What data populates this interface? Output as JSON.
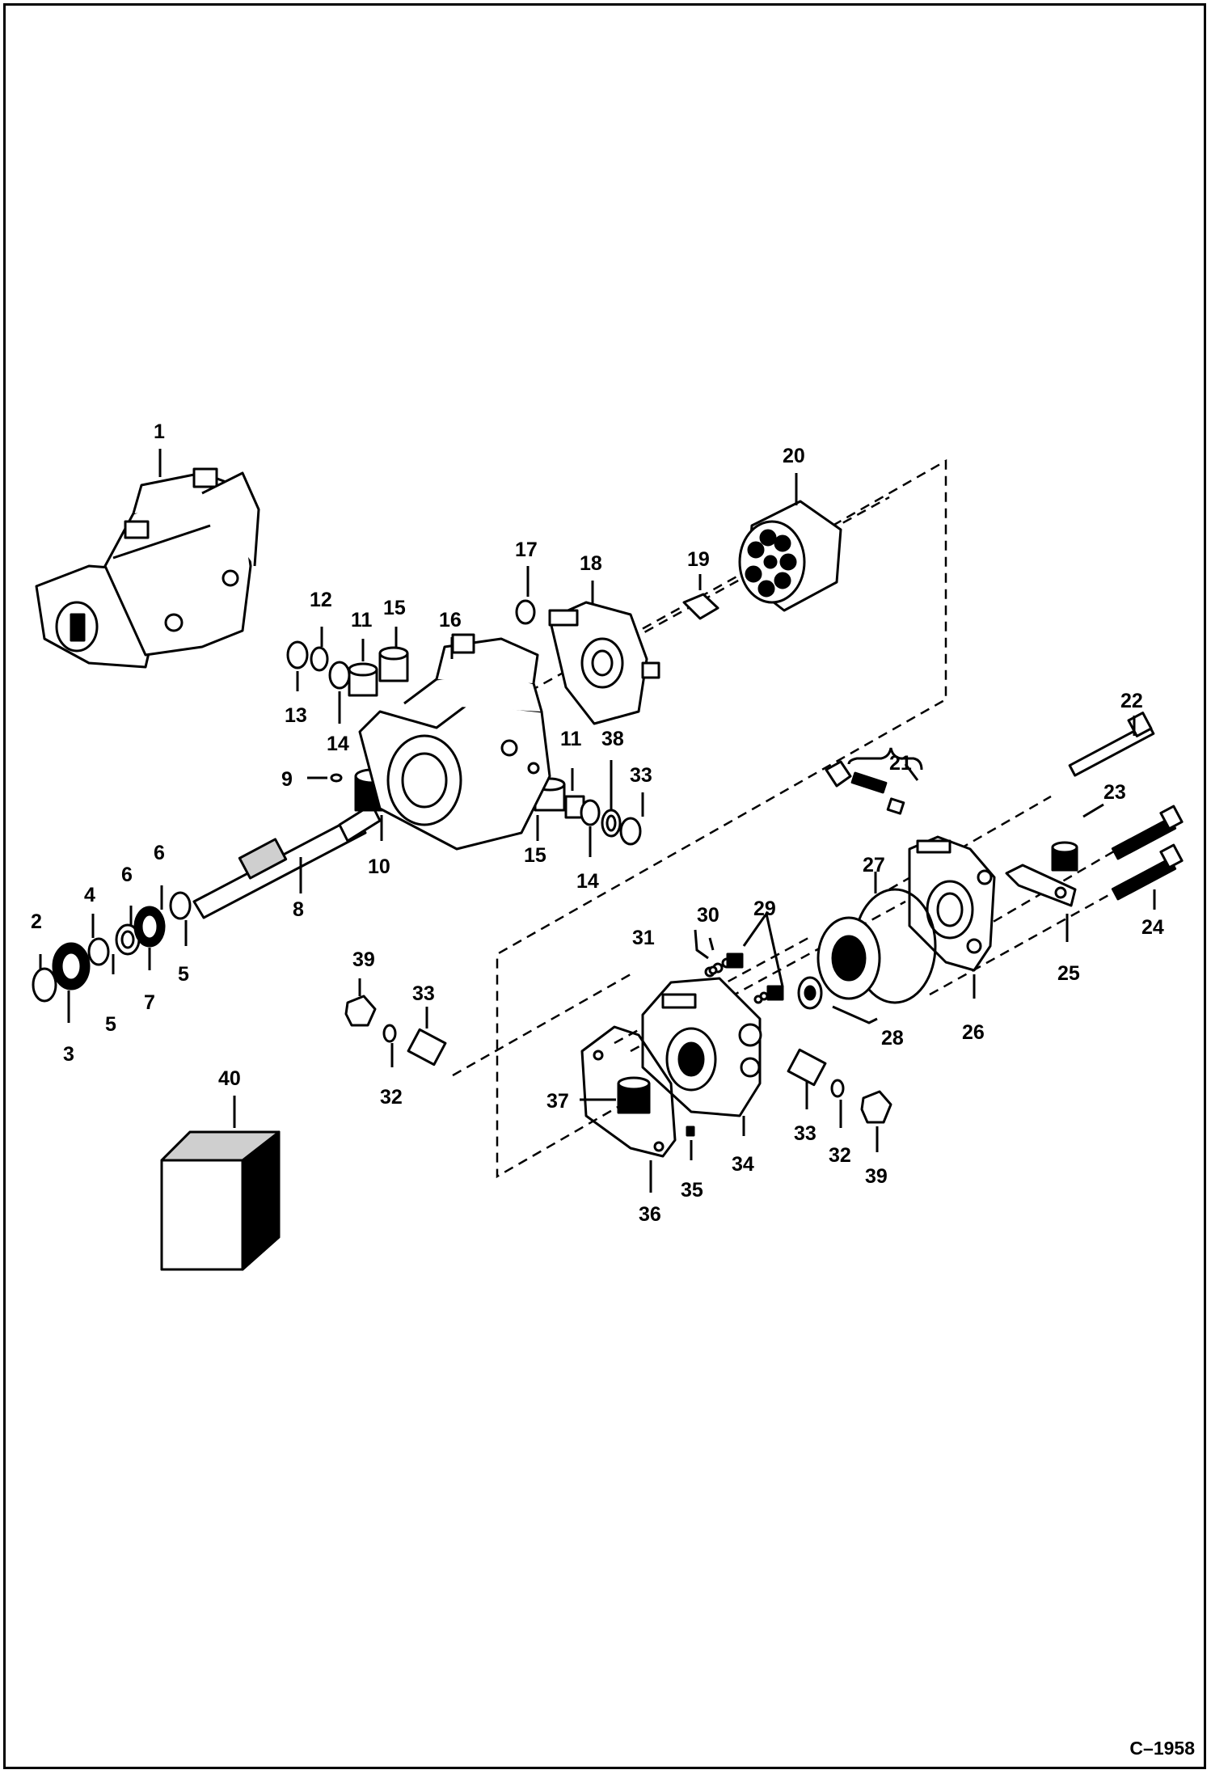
{
  "figure_id": "C–1958",
  "callouts": [
    "1",
    "2",
    "3",
    "4",
    "5",
    "6",
    "7",
    "8",
    "9",
    "10",
    "11",
    "12",
    "13",
    "14",
    "15",
    "16",
    "17",
    "18",
    "19",
    "20",
    "21",
    "22",
    "23",
    "24",
    "25",
    "26",
    "27",
    "28",
    "29",
    "30",
    "31",
    "32",
    "33",
    "34",
    "35",
    "36",
    "37",
    "38",
    "39",
    "40"
  ],
  "icons": {
    "pump_assembly": "pump-assembly-icon",
    "seal_kit": "seal-kit-box-icon"
  }
}
